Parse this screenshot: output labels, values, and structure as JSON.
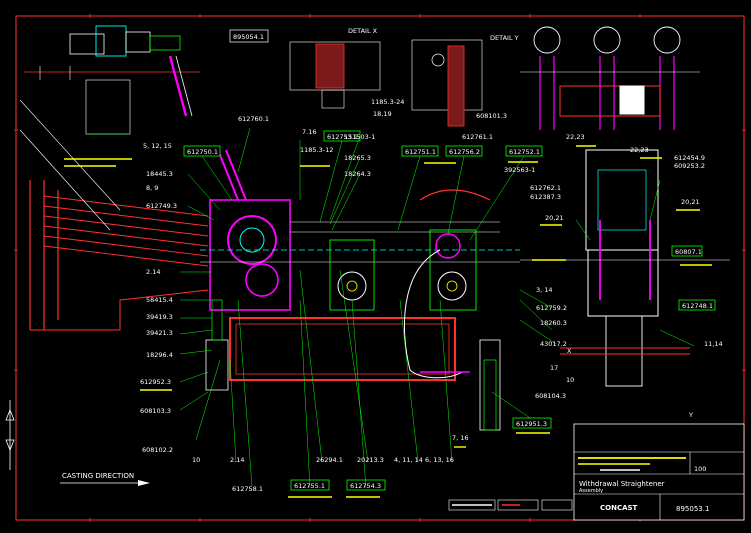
{
  "drawing": {
    "title": "Withdrawal Straightener",
    "subtitle": "Assembly",
    "drawing_number": "895053.1",
    "top_left_box": "895054.1",
    "detail_x": "DETAIL X",
    "detail_y": "DETAIL Y",
    "casting_direction": "CASTING DIRECTION",
    "company": "CONCAST",
    "scale_text": "100",
    "marker_x": "X",
    "marker_y": "Y",
    "green_refs": [
      "612750.1",
      "612753.1",
      "612751.1",
      "612756.2",
      "612752.1",
      "612748.1",
      "60807.1",
      "612951.3",
      "612755.1",
      "612754.3"
    ],
    "white_refs": [
      "612760.1",
      "612761.1",
      "151503-1",
      "18265.3",
      "18264.3",
      "1185.3-12",
      "7.16",
      "5, 12, 15",
      "8, 9",
      "18445.3",
      "612749.3",
      "2.14",
      "58415.4",
      "39419.3",
      "39421.3",
      "18296.4",
      "612952.3",
      "608103.3",
      "608102.2",
      "10",
      "2.14",
      "612758.1",
      "26294.1",
      "20213.3",
      "4, 11, 14",
      "6, 13, 16",
      "7, 16",
      "608104.3",
      "43017.2",
      "17",
      "612759.2",
      "18260.3",
      "3, 14",
      "10",
      "22,23",
      "22,23",
      "612762.1",
      "612387.3",
      "20,21",
      "20,21",
      "612454.9",
      "609253.2",
      "11,14",
      "1185.3-24",
      "18,19",
      "608101.3",
      "392563-1"
    ]
  }
}
